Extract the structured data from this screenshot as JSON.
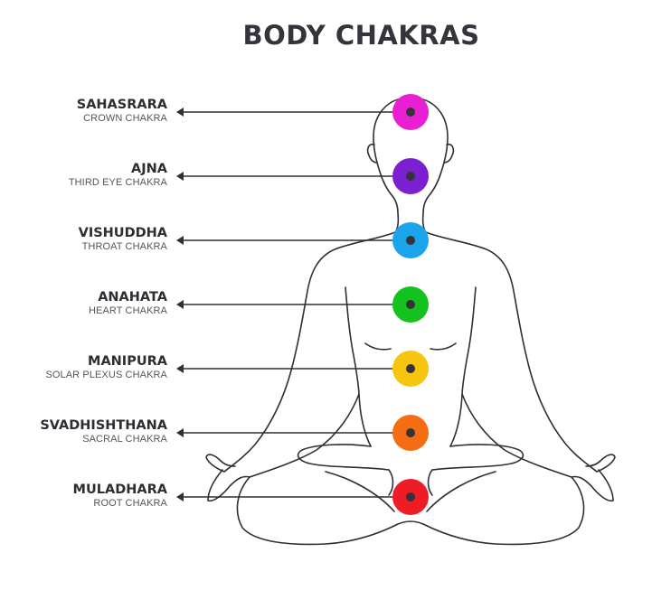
{
  "title": "BODY CHAKRAS",
  "chakras": [
    {
      "name": "SAHASRARA",
      "subtitle": "CROWN CHAKRA",
      "color": "#e91fd2",
      "icon": "crown-chakra-dot"
    },
    {
      "name": "AJNA",
      "subtitle": "THIRD EYE CHAKRA",
      "color": "#7b1fd0",
      "icon": "third-eye-chakra-dot"
    },
    {
      "name": "VISHUDDHA",
      "subtitle": "THROAT CHAKRA",
      "color": "#1aa5ea",
      "icon": "throat-chakra-dot"
    },
    {
      "name": "ANAHATA",
      "subtitle": "HEART CHAKRA",
      "color": "#14c21e",
      "icon": "heart-chakra-dot"
    },
    {
      "name": "MANIPURA",
      "subtitle": "SOLAR PLEXUS CHAKRA",
      "color": "#f5c50f",
      "icon": "solar-plexus-chakra-dot"
    },
    {
      "name": "SVADHISHTHANA",
      "subtitle": "SACRAL CHAKRA",
      "color": "#f46d13",
      "icon": "sacral-chakra-dot"
    },
    {
      "name": "MULADHARA",
      "subtitle": "ROOT CHAKRA",
      "color": "#ee1c24",
      "icon": "root-chakra-dot"
    }
  ],
  "colors": {
    "text_dark": "#2d2d33",
    "text_sub": "#55555c",
    "outline": "#2f2f35",
    "center_dot": "#333338"
  }
}
